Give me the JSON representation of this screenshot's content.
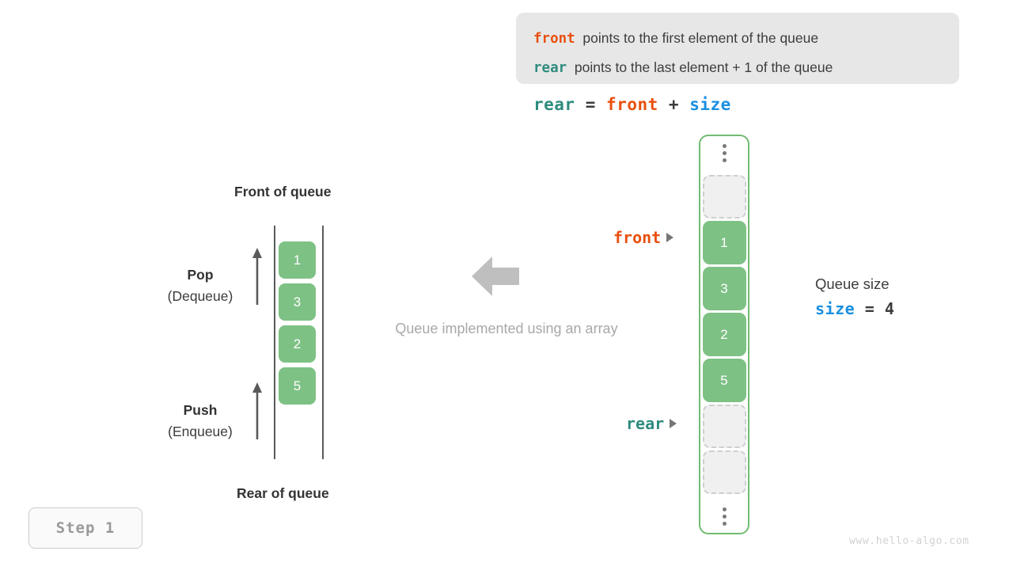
{
  "info_box": {
    "lines": [
      {
        "keyword": "front",
        "keyword_color": "#e8500f",
        "text": "points to the first element of the queue"
      },
      {
        "keyword": "rear",
        "keyword_color": "#2e8b7e",
        "text": "points to the last element + 1 of the queue"
      }
    ]
  },
  "formula": {
    "lhs": "rear",
    "eq": "=",
    "rhs1": "front",
    "plus": "+",
    "rhs2": "size"
  },
  "left_diagram": {
    "front_label": "Front of queue",
    "rear_label": "Rear of queue",
    "pop": {
      "title": "Pop",
      "sub": "(Dequeue)"
    },
    "push": {
      "title": "Push",
      "sub": "(Enqueue)"
    },
    "cells": [
      "1",
      "3",
      "2",
      "5"
    ]
  },
  "center": {
    "caption": "Queue implemented using an array",
    "arrow_direction": "left"
  },
  "array_diagram": {
    "top_ellipsis": "⋮",
    "bottom_ellipsis": "⋮",
    "slots": [
      {
        "value": "",
        "state": "empty"
      },
      {
        "value": "1",
        "state": "filled"
      },
      {
        "value": "3",
        "state": "filled"
      },
      {
        "value": "2",
        "state": "filled"
      },
      {
        "value": "5",
        "state": "filled"
      },
      {
        "value": "",
        "state": "empty"
      },
      {
        "value": "",
        "state": "empty"
      }
    ],
    "pointers": {
      "front": "front",
      "rear": "rear"
    }
  },
  "size_note": {
    "title": "Queue size",
    "name": "size",
    "eq": "=",
    "value": "4"
  },
  "step_badge": "Step 1",
  "watermark": "www.hello-algo.com",
  "colors": {
    "cell_green": "#7ec185",
    "container_green": "#72bb72",
    "front_orange": "#e8500f",
    "rear_teal": "#2e8b7e",
    "size_blue": "#1a90e0",
    "info_box_bg": "#e7e7e7",
    "muted_gray": "#a8a8a8"
  }
}
